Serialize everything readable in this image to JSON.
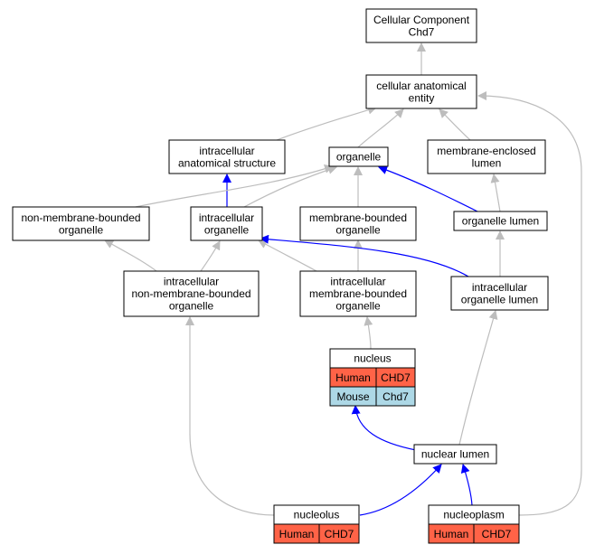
{
  "colors": {
    "human": "#FF6347",
    "mouse": "#ADD8E6",
    "edge_is_a": "#BDBDBD",
    "edge_part_of": "#0000FF"
  },
  "nodes": {
    "cc_chd7": {
      "lines": [
        "Cellular Component",
        "Chd7"
      ]
    },
    "cae": {
      "lines": [
        "cellular anatomical",
        "entity"
      ]
    },
    "ias": {
      "lines": [
        "intracellular",
        "anatomical structure"
      ]
    },
    "organelle": {
      "lines": [
        "organelle"
      ]
    },
    "mel": {
      "lines": [
        "membrane-enclosed",
        "lumen"
      ]
    },
    "nmbo": {
      "lines": [
        "non-membrane-bounded",
        "organelle"
      ]
    },
    "io": {
      "lines": [
        "intracellular",
        "organelle"
      ]
    },
    "mbo": {
      "lines": [
        "membrane-bounded",
        "organelle"
      ]
    },
    "ol": {
      "lines": [
        "organelle lumen"
      ]
    },
    "inmbo": {
      "lines": [
        "intracellular",
        "non-membrane-bounded",
        "organelle"
      ]
    },
    "imbo": {
      "lines": [
        "intracellular",
        "membrane-bounded",
        "organelle"
      ]
    },
    "iol": {
      "lines": [
        "intracellular",
        "organelle lumen"
      ]
    },
    "nucleus": {
      "lines": [
        "nucleus"
      ],
      "rows": [
        {
          "species": "Human",
          "gene": "CHD7"
        },
        {
          "species": "Mouse",
          "gene": "Chd7"
        }
      ]
    },
    "nl": {
      "lines": [
        "nuclear lumen"
      ]
    },
    "nucleolus": {
      "lines": [
        "nucleolus"
      ],
      "rows": [
        {
          "species": "Human",
          "gene": "CHD7"
        }
      ]
    },
    "nucleoplasm": {
      "lines": [
        "nucleoplasm"
      ],
      "rows": [
        {
          "species": "Human",
          "gene": "CHD7"
        }
      ]
    }
  }
}
